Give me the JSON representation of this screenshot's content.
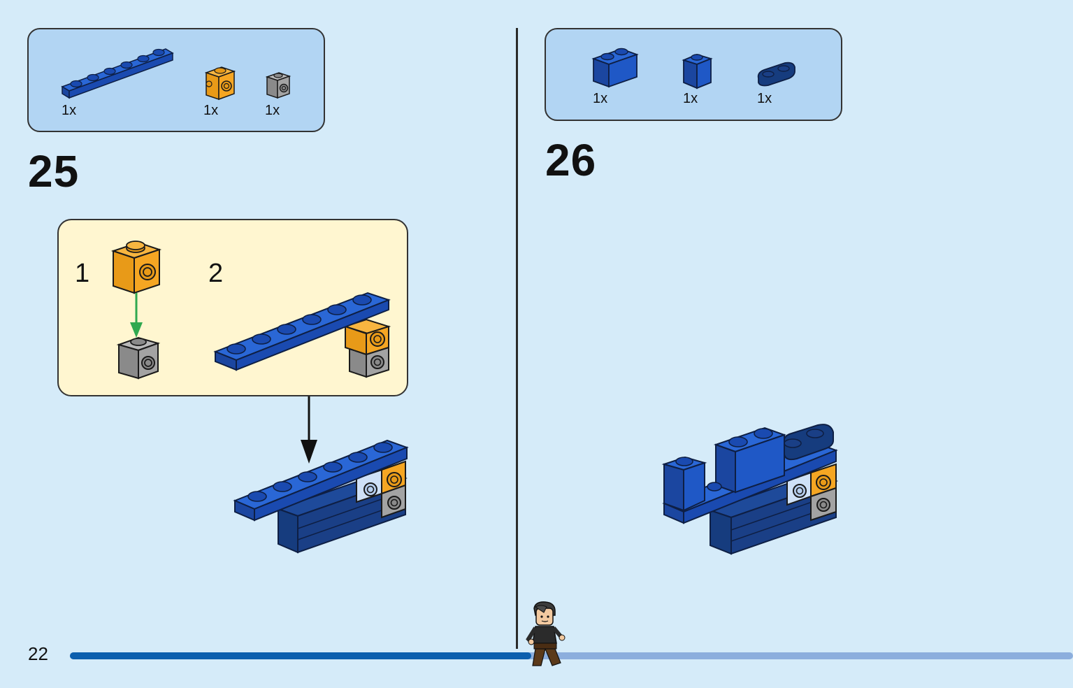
{
  "page": {
    "page_number": "22",
    "progress_fraction": 0.46
  },
  "step25": {
    "number": "25",
    "parts": [
      {
        "name": "blue-plate-1x6-icon",
        "qty": "1x"
      },
      {
        "name": "orange-brick-1x1-studs-icon",
        "qty": "1x"
      },
      {
        "name": "grey-brick-1x1-stud-icon",
        "qty": "1x"
      }
    ],
    "substeps": [
      "1",
      "2"
    ]
  },
  "step26": {
    "number": "26",
    "parts": [
      {
        "name": "blue-brick-1x2-icon",
        "qty": "1x"
      },
      {
        "name": "blue-brick-1x1-icon",
        "qty": "1x"
      },
      {
        "name": "dark-blue-plate-1x2-rounded-icon",
        "qty": "1x"
      }
    ]
  },
  "colors": {
    "background": "#d5ebf9",
    "parts_box": "#b2d5f3",
    "sub_box": "#fff6d0",
    "blue_brick": "#1f58c6",
    "dark_blue_brick": "#163c7e",
    "orange_brick": "#f5a623",
    "grey_brick": "#9b9b9b",
    "progress_done": "#0c5fae",
    "progress_remaining": "#8caedd"
  }
}
